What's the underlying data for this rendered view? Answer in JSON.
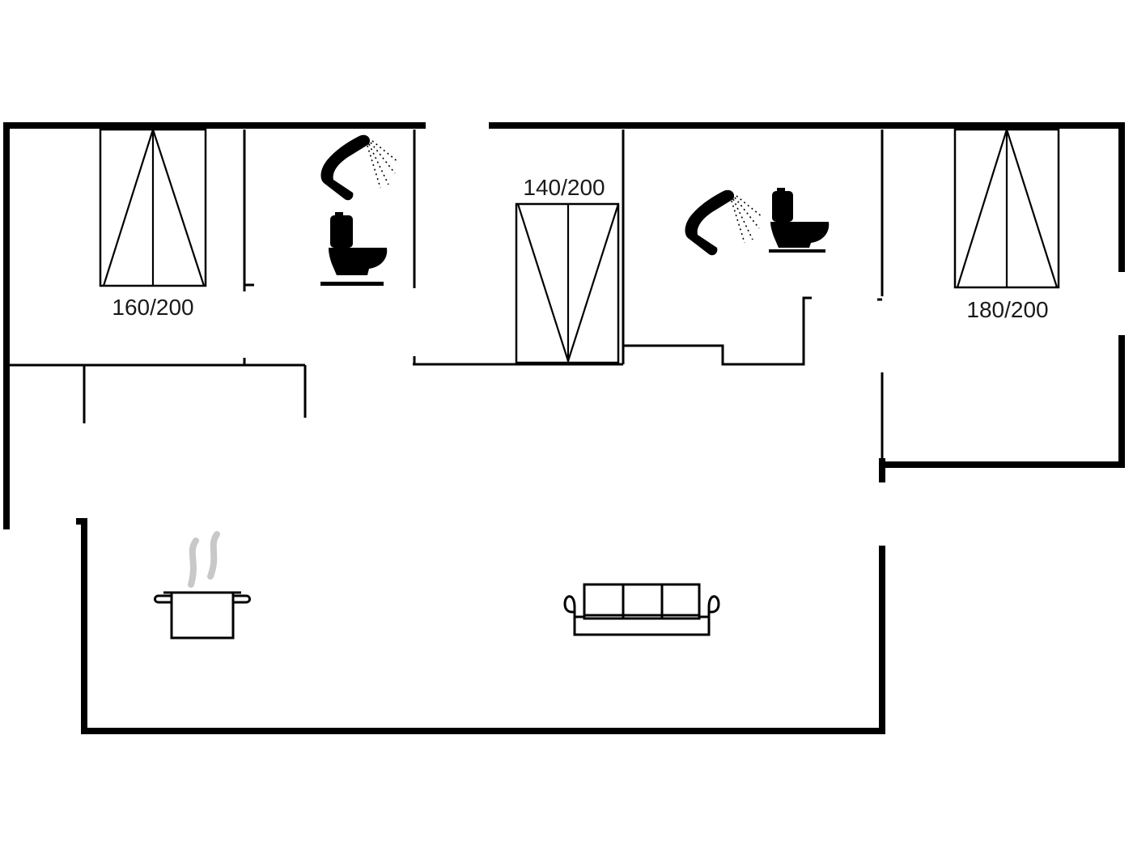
{
  "floorplan": {
    "bedrooms": [
      {
        "bed_size": "160/200"
      },
      {
        "bed_size": "140/200"
      },
      {
        "bed_size": "180/200"
      }
    ],
    "icons": {
      "shower": "shower-icon",
      "toilet": "toilet-icon",
      "kitchen": "cooking-pot-icon",
      "living": "sofa-icon"
    }
  }
}
